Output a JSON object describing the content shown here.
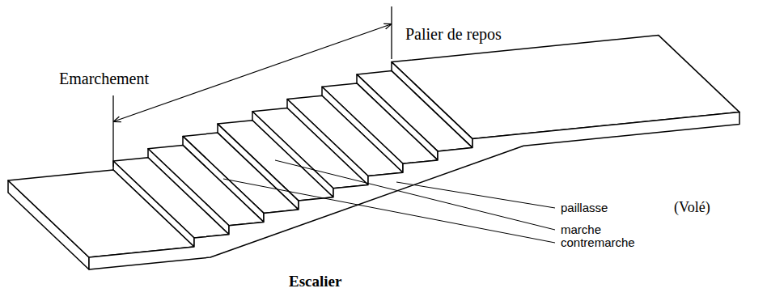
{
  "diagram": {
    "caption": "Escalier",
    "labels": [
      "Emarchement",
      "Palier de repos",
      "paillasse",
      "(Volé)",
      "marche",
      "contremarche"
    ]
  }
}
